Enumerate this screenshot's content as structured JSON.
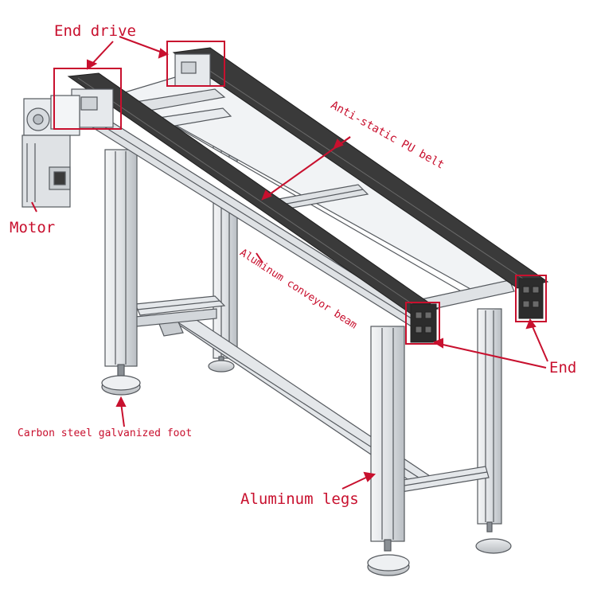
{
  "labels": {
    "end_drive": "End drive",
    "motor": "Motor",
    "belt": "Anti-static PU belt",
    "beam": "Aluminum conveyor beam",
    "end": "End",
    "foot": "Carbon steel galvanized foot",
    "legs": "Aluminum legs"
  },
  "colors": {
    "annotation": "#c8102e",
    "belt": "#3a3a3a",
    "aluminum_light": "#eef0f2",
    "aluminum_mid": "#c9cdd1",
    "aluminum_edge": "#55595e",
    "foot": "#d9dcdf",
    "background": "#ffffff"
  }
}
